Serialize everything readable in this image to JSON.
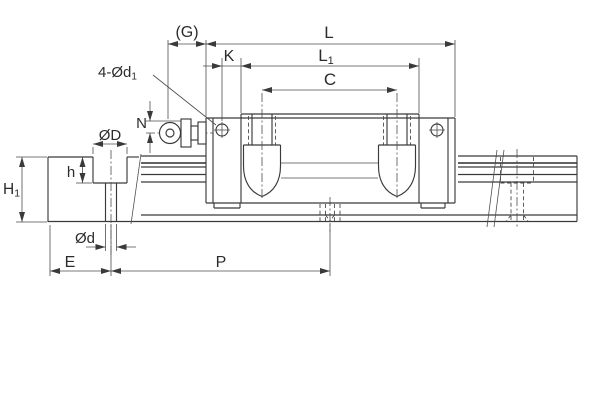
{
  "drawing": {
    "description_labels": {
      "g": "(G)",
      "l": "L",
      "l1_base": "L",
      "l1_sub": "1",
      "k": "K",
      "c": "C",
      "holes_base": "4-Ød",
      "holes_sub": "1",
      "n": "N",
      "od_head": "ØD",
      "h_depth": "h",
      "h1_base": "H",
      "h1_sub": "1",
      "od_shank": "Ød",
      "e": "E",
      "p": "P"
    },
    "colors": {
      "line": "#3a3a3a",
      "text": "#2b2b2b",
      "background": "#ffffff"
    }
  }
}
